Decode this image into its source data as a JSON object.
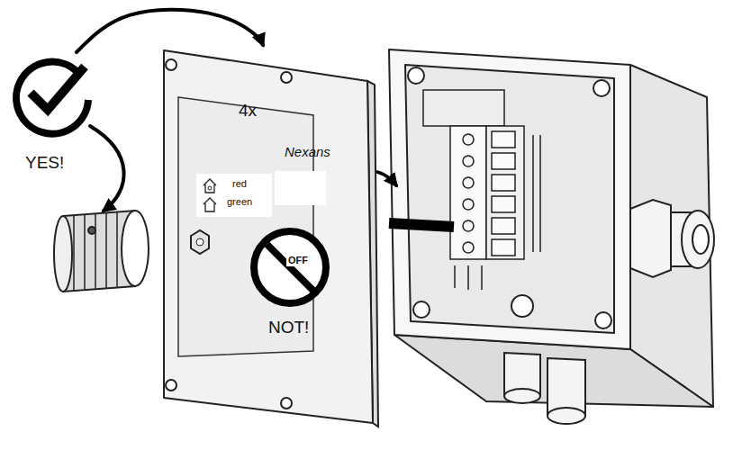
{
  "diagram": {
    "nodes": [
      {
        "text": [
          "YES!"
        ]
      },
      {
        "text": [
          "4x",
          "Nexans"
        ]
      },
      {
        "text": [
          "red",
          "green"
        ],
        "in": 1
      },
      {
        "text": [
          "OFF",
          "NOT!"
        ]
      }
    ],
    "edges": [
      {
        "from": 0,
        "to": 1,
        "arrow": "to"
      }
    ]
  }
}
